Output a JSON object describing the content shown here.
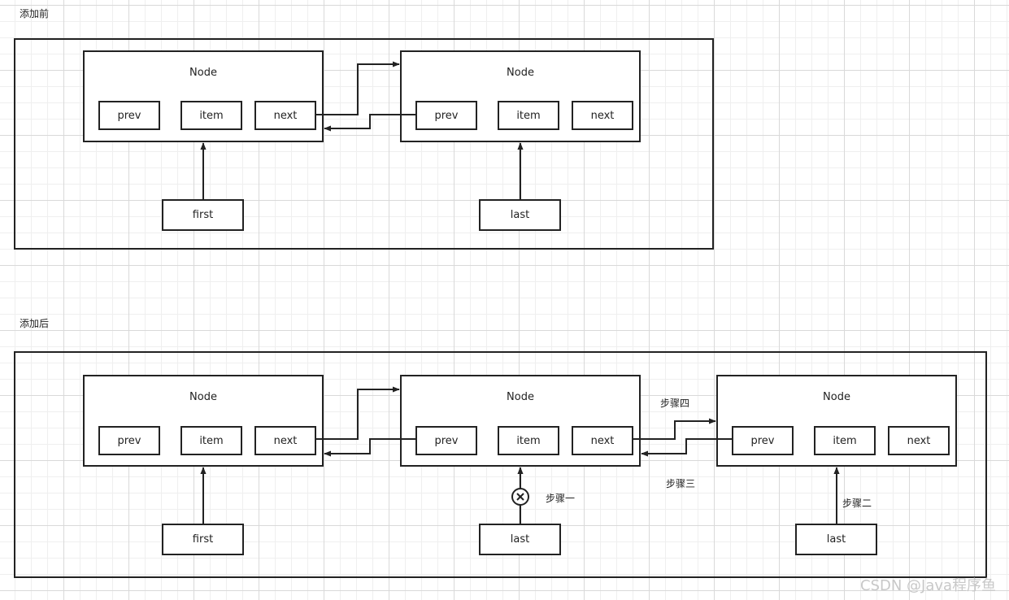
{
  "before": {
    "label": "添加前",
    "nodes": [
      {
        "title": "Node",
        "prev": "prev",
        "item": "item",
        "next": "next"
      },
      {
        "title": "Node",
        "prev": "prev",
        "item": "item",
        "next": "next"
      }
    ],
    "first": "first",
    "last": "last"
  },
  "after": {
    "label": "添加后",
    "nodes": [
      {
        "title": "Node",
        "prev": "prev",
        "item": "item",
        "next": "next"
      },
      {
        "title": "Node",
        "prev": "prev",
        "item": "item",
        "next": "next"
      },
      {
        "title": "Node",
        "prev": "prev",
        "item": "item",
        "next": "next"
      }
    ],
    "first": "first",
    "last_old": "last",
    "last_new": "last",
    "steps": {
      "one": "步骤一",
      "two": "步骤二",
      "three": "步骤三",
      "four": "步骤四"
    }
  },
  "watermark": "CSDN @Java程序鱼"
}
